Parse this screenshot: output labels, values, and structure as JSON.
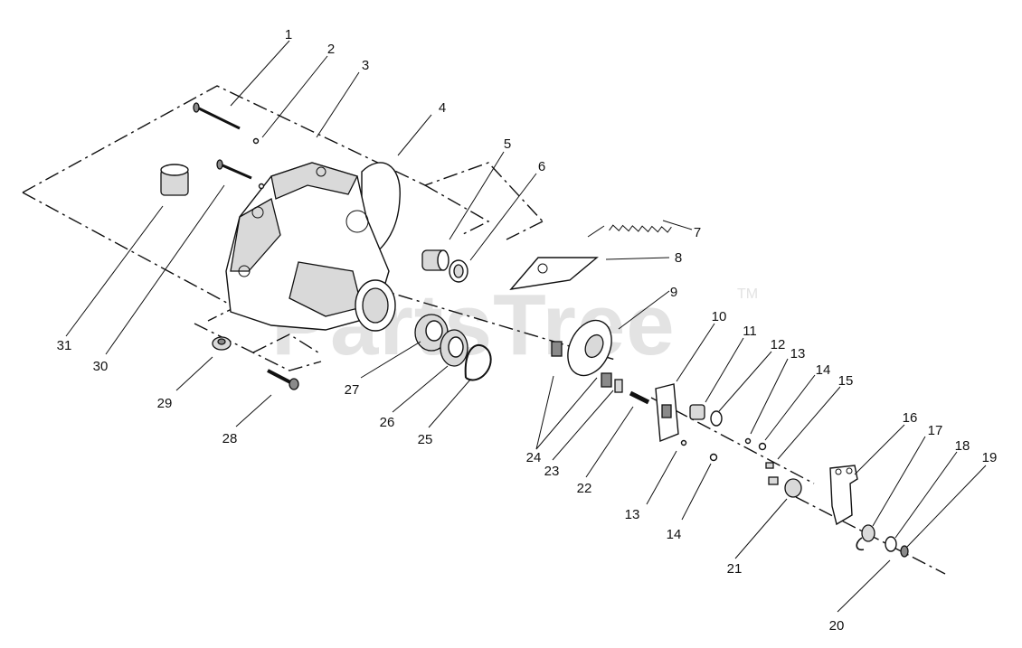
{
  "watermark": {
    "text": "PartsTree",
    "trademark": "TM"
  },
  "callouts": [
    {
      "id": "c1",
      "label": "1"
    },
    {
      "id": "c2",
      "label": "2"
    },
    {
      "id": "c3",
      "label": "3"
    },
    {
      "id": "c4",
      "label": "4"
    },
    {
      "id": "c5",
      "label": "5"
    },
    {
      "id": "c6",
      "label": "6"
    },
    {
      "id": "c7",
      "label": "7"
    },
    {
      "id": "c8",
      "label": "8"
    },
    {
      "id": "c9",
      "label": "9"
    },
    {
      "id": "c10",
      "label": "10"
    },
    {
      "id": "c11",
      "label": "11"
    },
    {
      "id": "c12",
      "label": "12"
    },
    {
      "id": "c13a",
      "label": "13"
    },
    {
      "id": "c14a",
      "label": "14"
    },
    {
      "id": "c15",
      "label": "15"
    },
    {
      "id": "c16",
      "label": "16"
    },
    {
      "id": "c17",
      "label": "17"
    },
    {
      "id": "c18",
      "label": "18"
    },
    {
      "id": "c19",
      "label": "19"
    },
    {
      "id": "c20",
      "label": "20"
    },
    {
      "id": "c21",
      "label": "21"
    },
    {
      "id": "c22",
      "label": "22"
    },
    {
      "id": "c23",
      "label": "23"
    },
    {
      "id": "c24",
      "label": "24"
    },
    {
      "id": "c25",
      "label": "25"
    },
    {
      "id": "c26",
      "label": "26"
    },
    {
      "id": "c27",
      "label": "27"
    },
    {
      "id": "c28",
      "label": "28"
    },
    {
      "id": "c29",
      "label": "29"
    },
    {
      "id": "c30",
      "label": "30"
    },
    {
      "id": "c31",
      "label": "31"
    },
    {
      "id": "c13b",
      "label": "13"
    },
    {
      "id": "c14b",
      "label": "14"
    }
  ]
}
